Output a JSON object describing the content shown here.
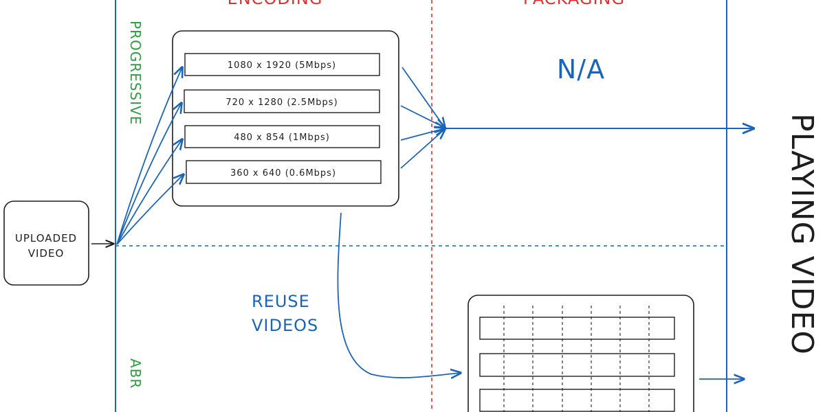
{
  "colors": {
    "blue": "#1a65b9",
    "red": "#e03131",
    "green": "#2f9e44",
    "ink": "#1e1e1e"
  },
  "headers": {
    "encoding": "ENCODING",
    "packaging": "PACKAGING"
  },
  "rows": {
    "progressive": "PROGRESSIVE",
    "abr": "ABR"
  },
  "source": {
    "line1": "UPLOADED",
    "line2": "VIDEO"
  },
  "renditions": [
    "1080 x 1920 (5Mbps)",
    "720 x 1280 (2.5Mbps)",
    "480 x 854 (1Mbps)",
    "360 x 640 (0.6Mbps)"
  ],
  "packaging_progressive": "N/A",
  "reuse": {
    "line1": "REUSE",
    "line2": "VIDEOS"
  },
  "output": "PLAYING VIDEO"
}
